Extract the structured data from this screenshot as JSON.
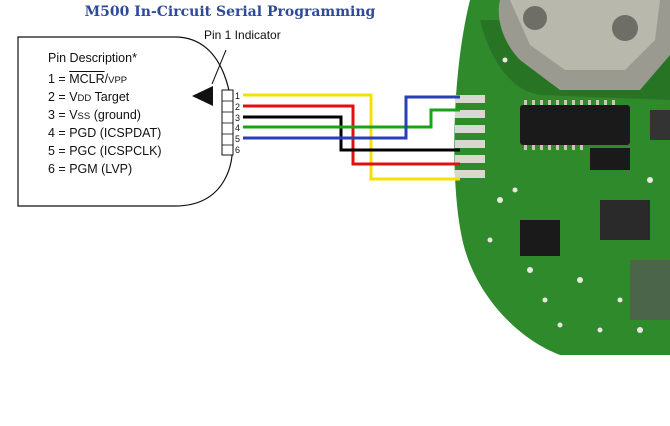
{
  "title": "M500 In-Circuit Serial Programming",
  "pin1_indicator_label": "Pin 1 Indicator",
  "pin_description_title": "Pin Description*",
  "pins": [
    {
      "num": "1",
      "pre": "1 = ",
      "overline": "MCLR",
      "slash": "/",
      "small": "VPP",
      "post": ""
    },
    {
      "num": "2",
      "pre": "2 = V",
      "overline": "",
      "slash": "",
      "small": "DD",
      "post": " Target"
    },
    {
      "num": "3",
      "pre": "3 = V",
      "overline": "",
      "slash": "",
      "small": "SS",
      "post": " (ground)"
    },
    {
      "num": "4",
      "pre": "4 = PGD (ICSPDAT)",
      "overline": "",
      "slash": "",
      "small": "",
      "post": ""
    },
    {
      "num": "5",
      "pre": "5 = PGC (ICSPCLK)",
      "overline": "",
      "slash": "",
      "small": "",
      "post": ""
    },
    {
      "num": "6",
      "pre": "6 = PGM (LVP)",
      "overline": "",
      "slash": "",
      "small": "",
      "post": ""
    }
  ],
  "wire_colors": {
    "pin1": "#f5e000",
    "pin2": "#e01010",
    "pin3": "#000000",
    "pin4": "#1aa31a",
    "pin5": "#2a3fb5"
  },
  "pcb_colors": {
    "board": "#2f8a2c",
    "board_dark": "#1f5f1c",
    "metal": "#9a9a90",
    "chip": "#1a1a1a"
  }
}
